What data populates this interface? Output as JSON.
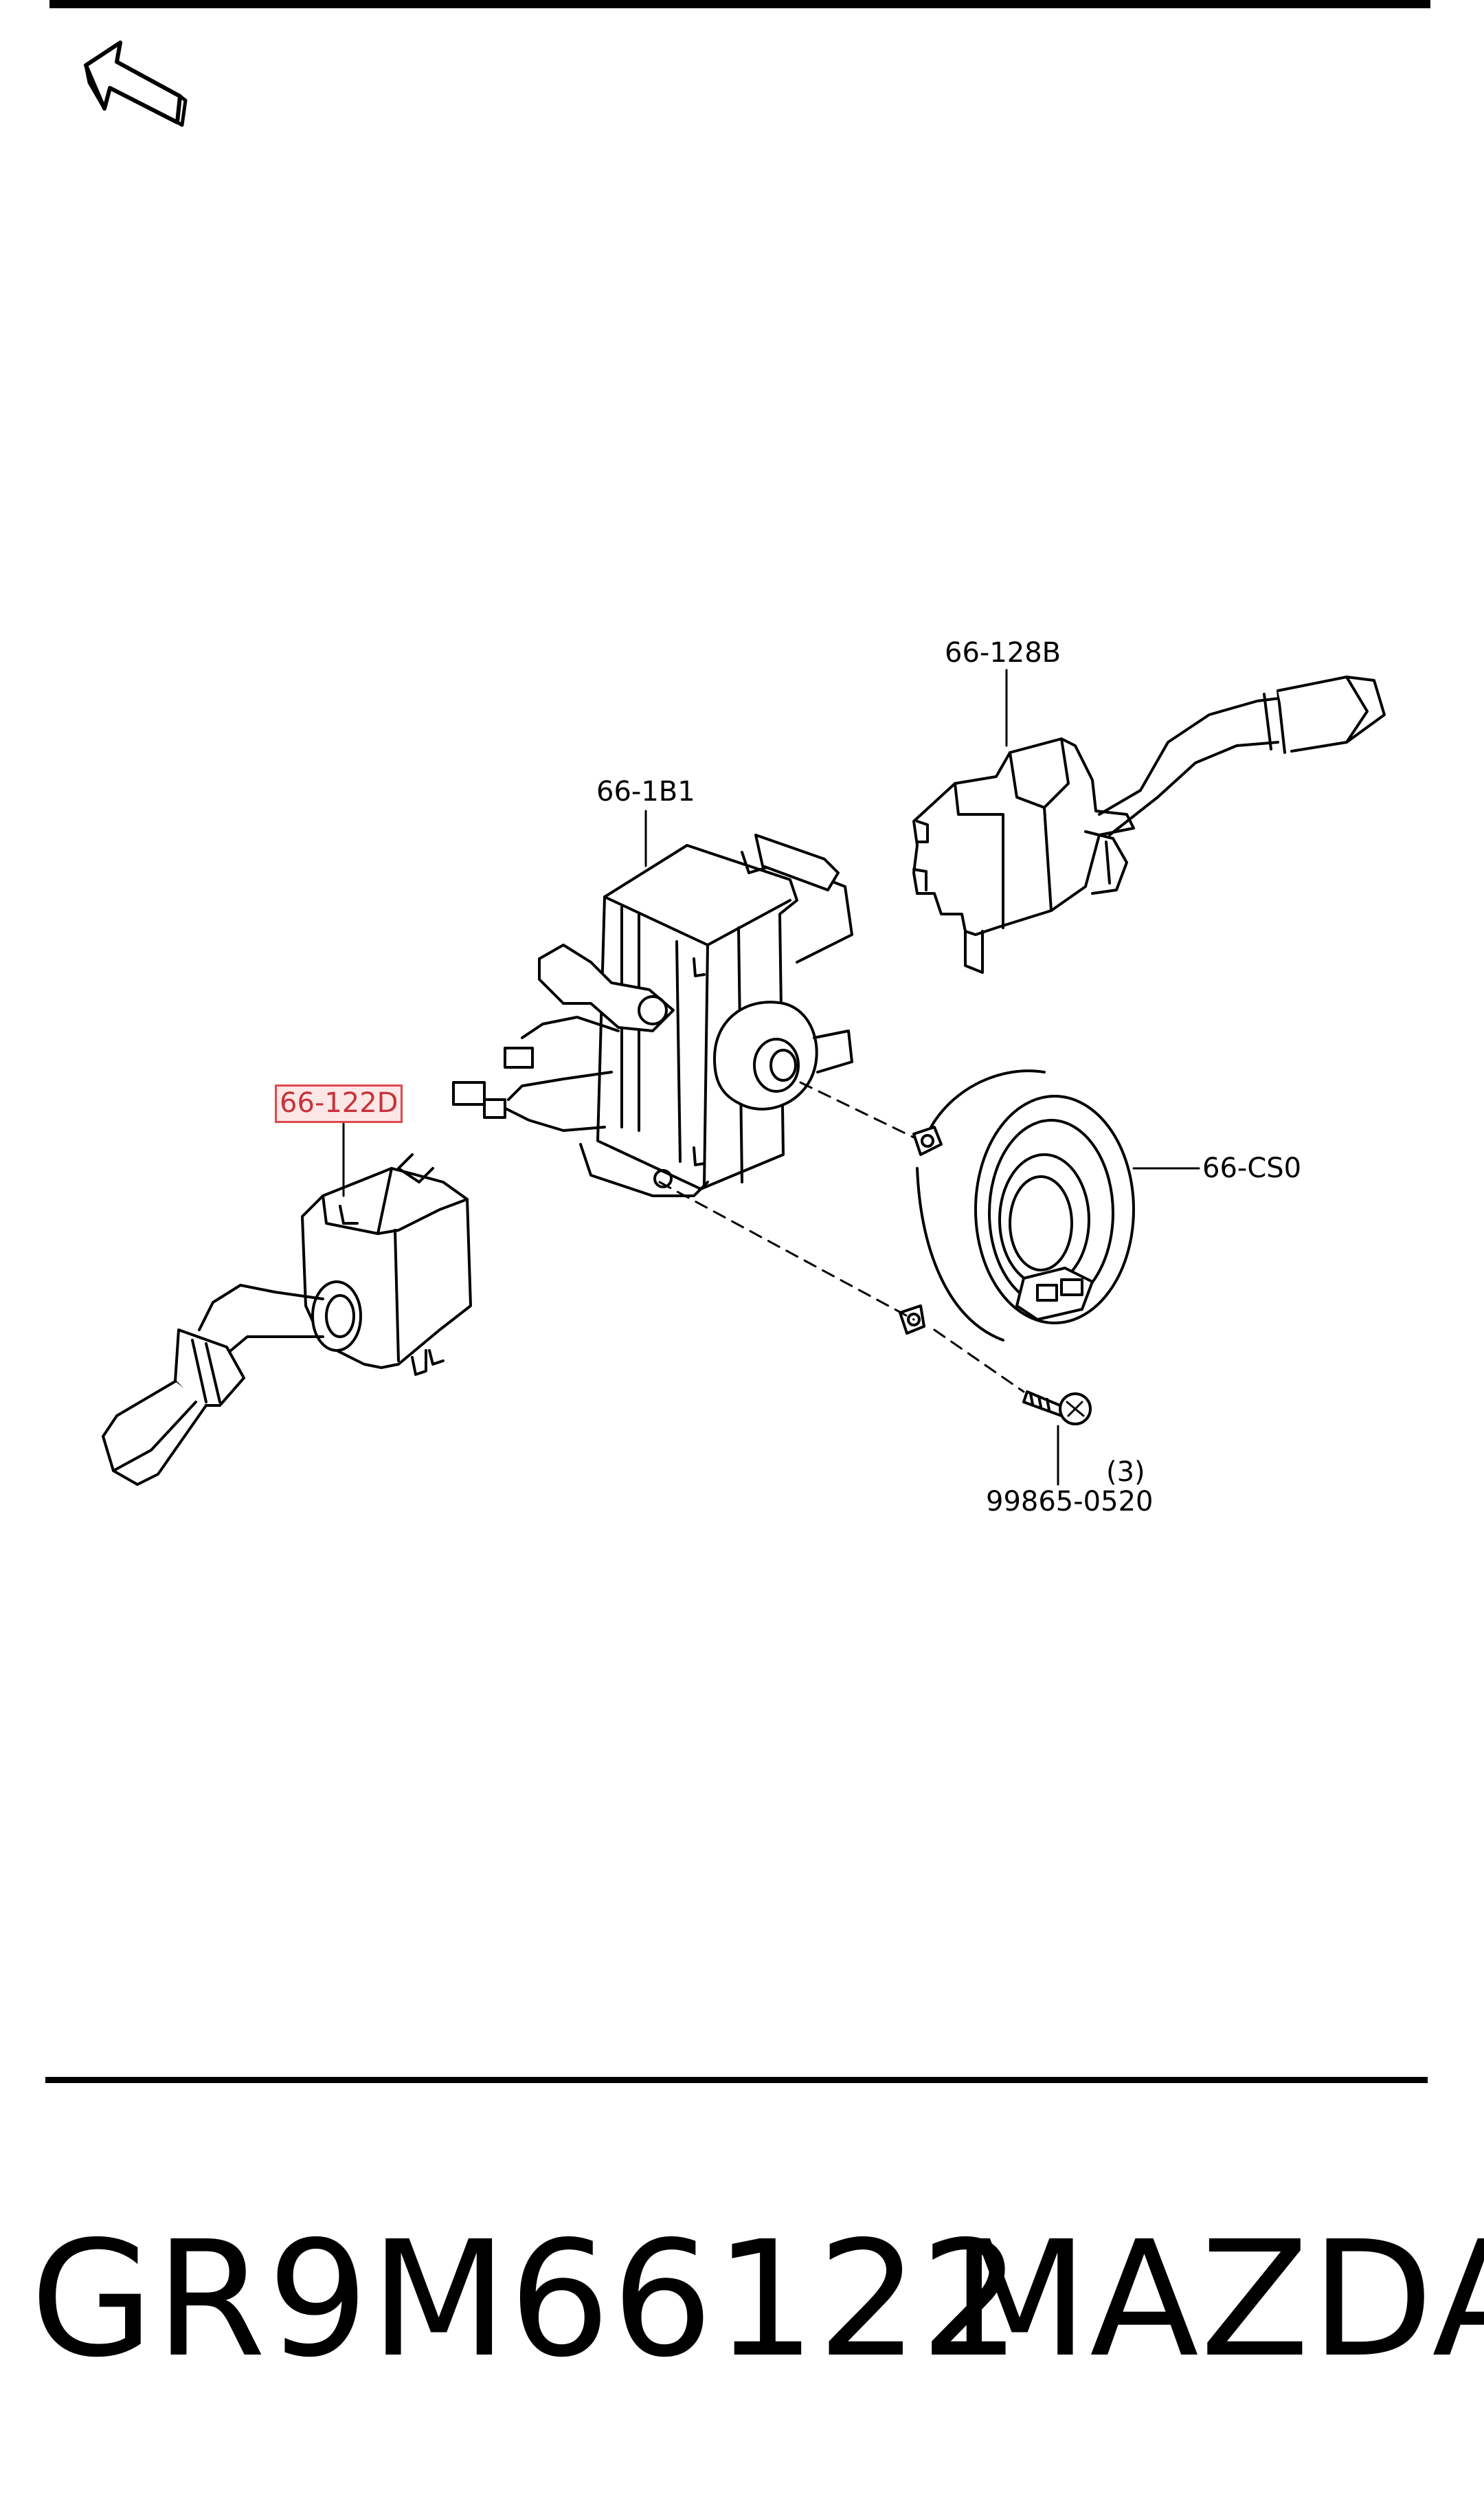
{
  "orientation_badge": "FWD",
  "callouts": {
    "turn_signal_switch": "66-128B",
    "combination_switch_body": "66-1B1",
    "wiper_switch": "66-122D",
    "clock_spring": "66-CS0",
    "screw": "99865-0520",
    "screw_qty": "(3)"
  },
  "highlighted_part": "66-122D",
  "highlight_color": "#e0474c",
  "footer": {
    "part_number": "GR9M66122",
    "brand": "MAZDA"
  }
}
